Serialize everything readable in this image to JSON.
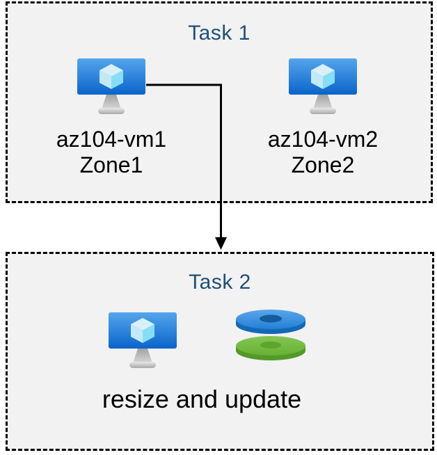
{
  "diagram": {
    "boxes": [
      {
        "id": "task1",
        "title": "Task 1",
        "nodes": [
          {
            "icon": "virtual-machine-icon",
            "label": "az104-vm1",
            "sublabel": "Zone1"
          },
          {
            "icon": "virtual-machine-icon",
            "label": "az104-vm2",
            "sublabel": "Zone2"
          }
        ]
      },
      {
        "id": "task2",
        "title": "Task 2",
        "nodes": [
          {
            "icon": "virtual-machine-icon"
          },
          {
            "icon": "disks-icon"
          }
        ],
        "caption": "resize and update"
      }
    ],
    "connector": {
      "type": "elbow-arrow-down",
      "from": "az104-vm1",
      "to": "Task 2"
    }
  },
  "colors": {
    "title_text": "#1F4E79",
    "label_text": "#000000",
    "box_background": "#F2F2F2",
    "box_border": "#000000",
    "arrow": "#000000",
    "vm_screen_top": "#4E9EE9",
    "vm_screen_bottom": "#0A64CA",
    "cube_top_face": "#D9F0FA",
    "cube_left_face": "#C3E9F8",
    "cube_right_face": "#86DEF6",
    "stand_gray": "#ADADAD",
    "disk_blue_top": "#338FE0",
    "disk_blue_side": "#1468B8",
    "disk_blue_hole": "#155C9C",
    "disk_green_top": "#71B840",
    "disk_green_side": "#55982A",
    "disk_green_hole": "#5CA52E"
  }
}
